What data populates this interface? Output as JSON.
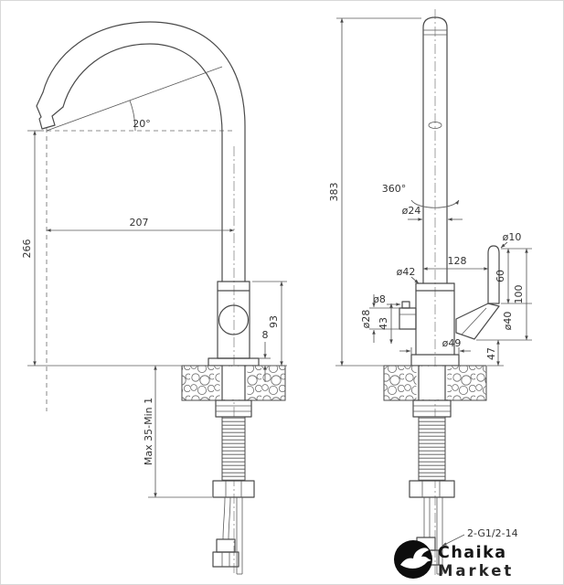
{
  "meta": {
    "type": "technical-drawing",
    "subject": "kitchen faucet two-view dimensional drawing",
    "colors": {
      "line": "#4a4a4a",
      "dimension": "#5a5a5a",
      "text": "#333333",
      "logo": "#141414",
      "background": "#ffffff"
    }
  },
  "left_view": {
    "dims": {
      "spout_angle": "20°",
      "spout_reach": "207",
      "spout_height": "266",
      "body_height": "93",
      "escutcheon_height": "8",
      "mount_thickness_range": "Max 35-Min 1"
    }
  },
  "right_view": {
    "dims": {
      "total_height": "383",
      "swivel_range": "360°",
      "pipe_diameter": "ø24",
      "handle_grip_diameter": "ø10",
      "handle_reach": "128",
      "grip_length": "60",
      "handle_length": "100",
      "body_diameter": "ø42",
      "valve_outlet_diameter": "ø8",
      "valve_body_diameter": "ø28",
      "valve_height": "43",
      "handle_cone_diameter": "ø40",
      "base_flange_diameter": "ø49",
      "base_height": "47",
      "thread_spec": "2-G1/2-14"
    }
  },
  "logo": {
    "name": "Chaika",
    "suffix": "Market",
    "icon": "seagull-in-circle"
  }
}
